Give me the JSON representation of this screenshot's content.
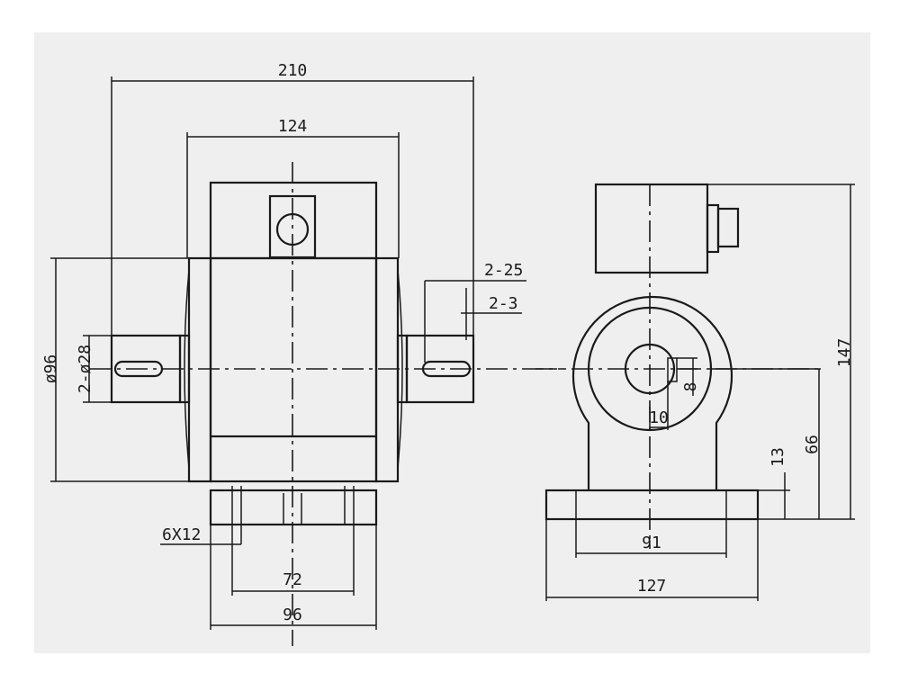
{
  "drawing": {
    "background_color": "#efefef",
    "line_color": "#1a1a1a",
    "front_view": {
      "overall_length": "210",
      "body_length": "124",
      "flange_diameter": "ø96",
      "shaft_diameter": "2-ø28",
      "shaft_length": "2-25",
      "keyway": "2-3",
      "mounting_holes": "6X12",
      "hole_spacing": "72",
      "base_width": "96"
    },
    "side_view": {
      "total_height": "147",
      "shaft_height": "66",
      "base_thickness": "13",
      "key_width": "10",
      "key_depth": "8",
      "hole_spacing": "91",
      "base_length": "127"
    }
  }
}
